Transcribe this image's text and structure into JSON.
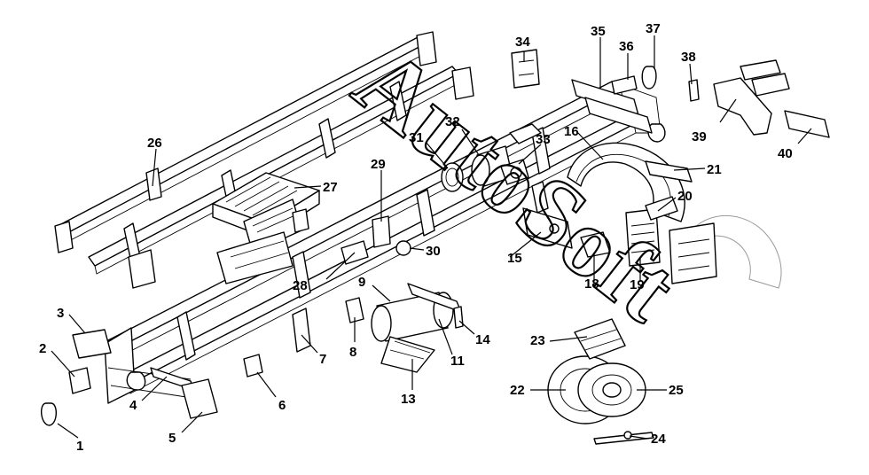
{
  "watermark": "AutoSoft",
  "callouts": [
    {
      "n": "1"
    },
    {
      "n": "2"
    },
    {
      "n": "3"
    },
    {
      "n": "4"
    },
    {
      "n": "5"
    },
    {
      "n": "6"
    },
    {
      "n": "7"
    },
    {
      "n": "8"
    },
    {
      "n": "9"
    },
    {
      "n": "11"
    },
    {
      "n": "13"
    },
    {
      "n": "14"
    },
    {
      "n": "15"
    },
    {
      "n": "16"
    },
    {
      "n": "18"
    },
    {
      "n": "19"
    },
    {
      "n": "20"
    },
    {
      "n": "21"
    },
    {
      "n": "22"
    },
    {
      "n": "23"
    },
    {
      "n": "24"
    },
    {
      "n": "25"
    },
    {
      "n": "26"
    },
    {
      "n": "27"
    },
    {
      "n": "28"
    },
    {
      "n": "29"
    },
    {
      "n": "30"
    },
    {
      "n": "31"
    },
    {
      "n": "32"
    },
    {
      "n": "33"
    },
    {
      "n": "34"
    },
    {
      "n": "35"
    },
    {
      "n": "36"
    },
    {
      "n": "37"
    },
    {
      "n": "38"
    },
    {
      "n": "39"
    },
    {
      "n": "40"
    }
  ]
}
